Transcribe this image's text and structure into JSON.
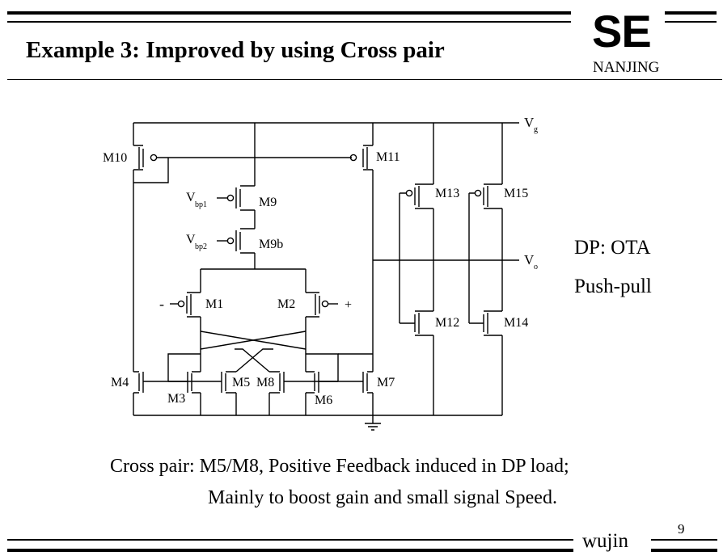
{
  "slide": {
    "title": "Example 3: Improved by using Cross pair",
    "logo": "SE",
    "logo_sub": "NANJING",
    "page_number": "9",
    "author": "wujin"
  },
  "side_text": {
    "line1": "DP: OTA",
    "line2": "Push-pull"
  },
  "notes": {
    "line1": "Cross pair: M5/M8, Positive Feedback induced in DP load;",
    "line2": "Mainly to boost gain and small signal Speed."
  },
  "schematic": {
    "transistors": {
      "m10": "M10",
      "m11": "M11",
      "m9": "M9",
      "m9b": "M9b",
      "m1": "M1",
      "m2": "M2",
      "m13": "M13",
      "m15": "M15",
      "m12": "M12",
      "m14": "M14",
      "m4": "M4",
      "m3": "M3",
      "m5": "M5",
      "m8": "M8",
      "m6": "M6",
      "m7": "M7"
    },
    "nodes": {
      "vdd_main": "V",
      "vdd_sub": "g",
      "out_main": "V",
      "out_sub": "o",
      "vbp1_main": "V",
      "vbp1_sub": "bp1",
      "vbp2_main": "V",
      "vbp2_sub": "bp2",
      "in_minus": "-",
      "in_plus": "+"
    }
  }
}
